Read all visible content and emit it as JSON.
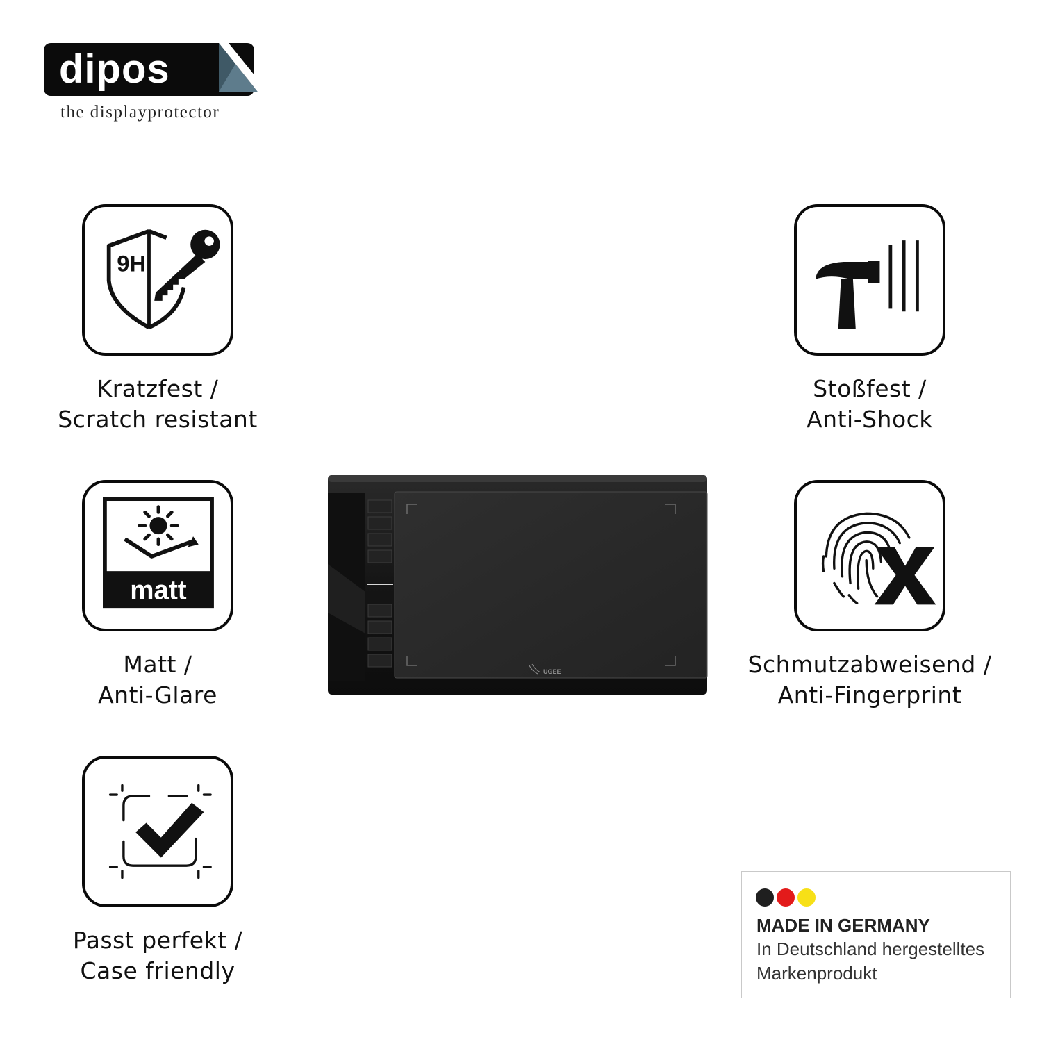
{
  "brand": {
    "name": "dipos",
    "tagline": "the displayprotector",
    "colors": {
      "logo_bg": "#0b0b0b",
      "logo_text": "#ffffff"
    }
  },
  "features": {
    "scratch": {
      "icon": "shield-key-9h-icon",
      "badge": "9H",
      "line1": "Kratzfest /",
      "line2": "Scratch resistant"
    },
    "shock": {
      "icon": "hammer-icon",
      "line1": "Stoßfest /",
      "line2": "Anti-Shock"
    },
    "matt": {
      "icon": "sun-matt-icon",
      "badge": "matt",
      "line1": "Matt /",
      "line2": "Anti-Glare"
    },
    "finger": {
      "icon": "fingerprint-x-icon",
      "line1": "Schmutzabweisend /",
      "line2": "Anti-Fingerprint"
    },
    "case": {
      "icon": "checkmark-frame-icon",
      "line1": "Passt perfekt /",
      "line2": "Case friendly"
    }
  },
  "product": {
    "image": "drawing-tablet",
    "brand_label": "UGEE"
  },
  "germany": {
    "colors": [
      "#1f1f1f",
      "#e31b1b",
      "#f7e017"
    ],
    "title": "MADE IN GERMANY",
    "line1": "In Deutschland hergestelltes",
    "line2": "Markenprodukt"
  }
}
